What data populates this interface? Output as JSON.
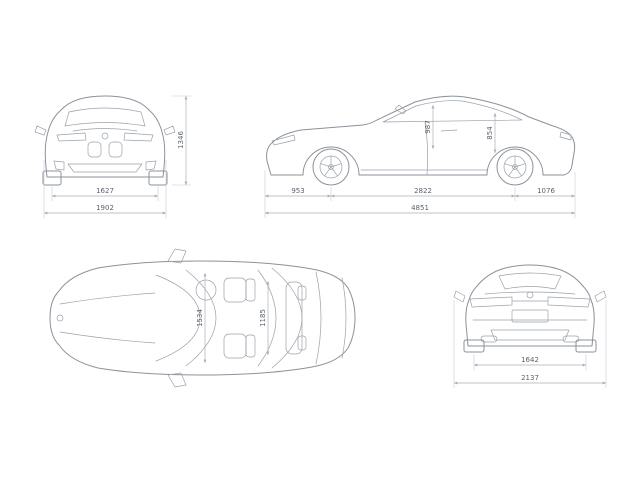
{
  "drawing": {
    "subject": "vehicle-dimension-blueprint",
    "background": "#ffffff",
    "line_color": "#8b919a",
    "dim_line_color": "#aab0b7",
    "text_color": "#5d636c",
    "views": {
      "front": {
        "name": "front-view",
        "dims": {
          "track": "1627",
          "width": "1902",
          "height": "1346"
        }
      },
      "side": {
        "name": "side-view",
        "dims": {
          "front_overhang": "953",
          "wheelbase": "2822",
          "rear_overhang": "1076",
          "length": "4851",
          "front_headroom": "987",
          "rear_headroom": "854"
        }
      },
      "top": {
        "name": "top-view",
        "dims": {
          "front_interior_width": "1534",
          "rear_interior_width": "1185"
        }
      },
      "rear": {
        "name": "rear-view",
        "dims": {
          "track": "1642",
          "width_with_mirrors": "2137"
        }
      }
    }
  }
}
